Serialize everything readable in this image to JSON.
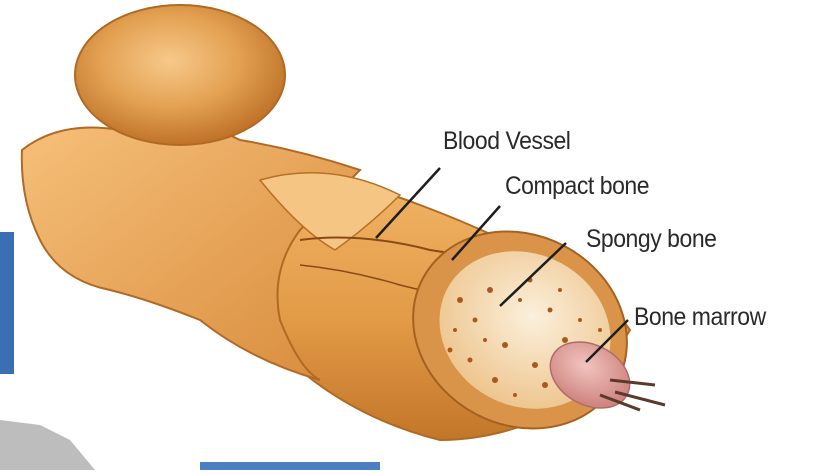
{
  "diagram": {
    "labels": {
      "blood_vessel": "Blood Vessel",
      "compact_bone": "Compact bone",
      "spongy_bone": "Spongy bone",
      "bone_marrow": "Bone marrow"
    }
  },
  "colors": {
    "bone_light": "#f3b86a",
    "bone_mid": "#e09a45",
    "bone_dark": "#b86a22",
    "spongy": "#f6d9a8",
    "spongy_holes": "#a85a1e",
    "marrow": "#e7a7a2",
    "leader_line": "#1e1e1e",
    "edge_accent": "#3a6fb5"
  }
}
